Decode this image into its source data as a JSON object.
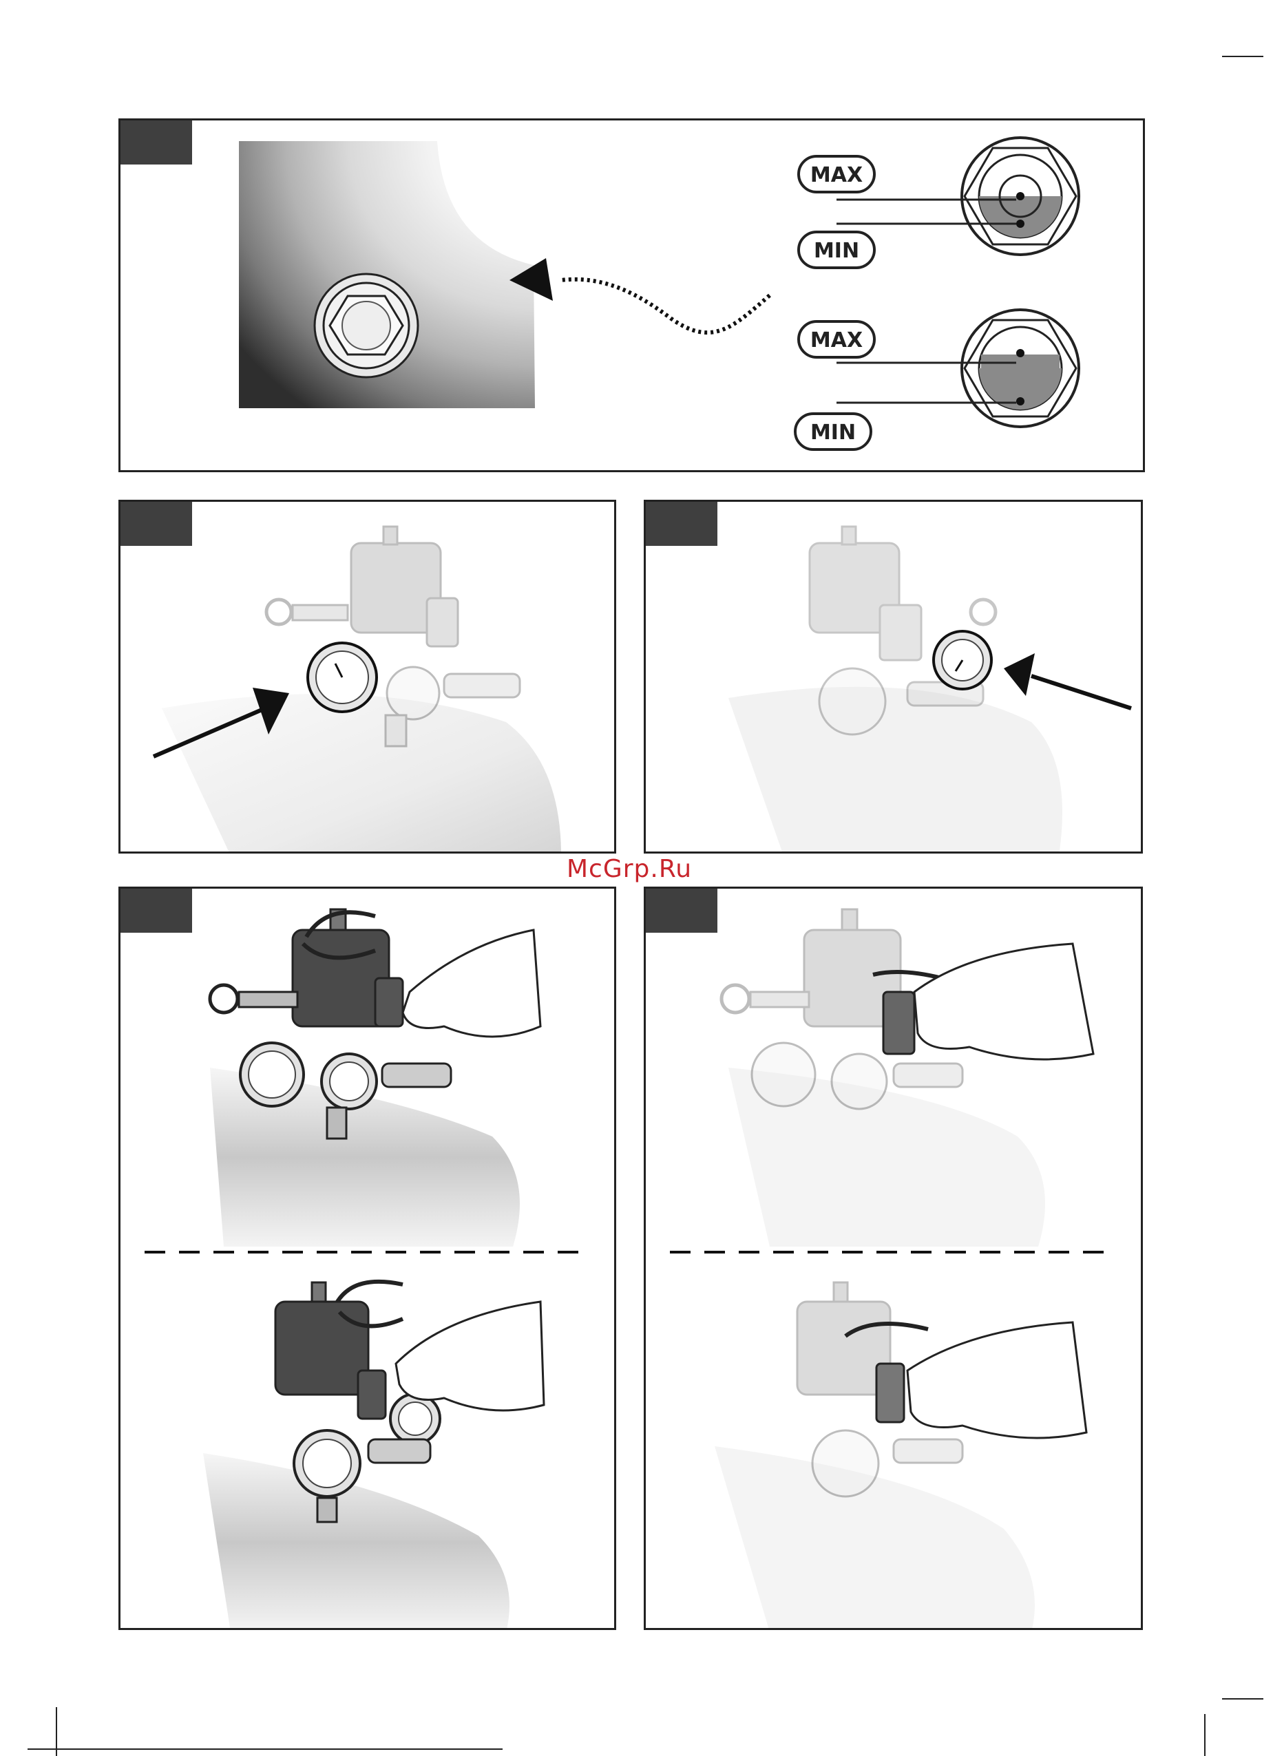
{
  "watermark": "McGrp.Ru",
  "panel1": {
    "gauge_top": {
      "max_label": "MAX",
      "min_label": "MIN",
      "oil_fill": 0.5
    },
    "gauge_bottom": {
      "max_label": "MAX",
      "min_label": "MIN",
      "oil_fill": 0.75
    }
  },
  "icons": {
    "hex-plug": "hex-plug-icon",
    "arrow": "arrow-icon",
    "pressure-switch": "pressure-switch-icon",
    "pressure-gauge": "pressure-gauge-icon",
    "hand": "hand-icon",
    "rotate-arrow": "rotate-arrow-icon"
  },
  "colors": {
    "frame": "#222222",
    "tab": "#3f3f3f",
    "oil": "#8a8a8a",
    "watermark": "#c8252c"
  }
}
